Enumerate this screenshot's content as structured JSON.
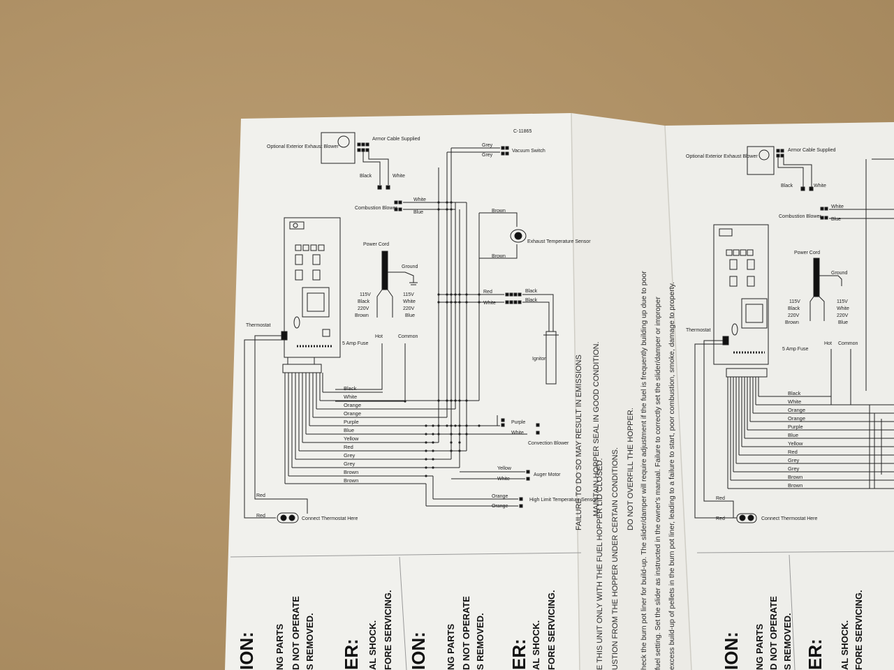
{
  "diagram": {
    "part_number": "C-11865",
    "components": {
      "exhaust_blower": "Optional Exterior Exhaust Blower",
      "armor_cable": "Armor Cable Supplied",
      "vacuum_switch": "Vacuum Switch",
      "combustion_blower": "Combustion Blower",
      "exhaust_sensor": "Exhaust Temperature Sensor",
      "power_cord": "Power Cord",
      "ground": "Ground",
      "power_left": [
        "115V",
        "Black",
        "220V",
        "Brown"
      ],
      "power_right": [
        "115V",
        "White",
        "220V",
        "Blue"
      ],
      "thermostat": "Thermostat",
      "fuse": "5 Amp Fuse",
      "hot": "Hot",
      "common": "Common",
      "ignitor": "Ignitor",
      "convection_blower": "Convection Blower",
      "auger_motor": "Auger Motor",
      "high_limit": "High Limit Temperature Sensor",
      "thermostat_conn": "Connect Thermostat Here"
    },
    "wires": {
      "blower_black": "Black",
      "blower_white": "White",
      "vac_grey1": "Grey",
      "vac_grey2": "Grey",
      "comb_white": "White",
      "comb_blue": "Blue",
      "exh_brown1": "Brown",
      "exh_brown2": "Brown",
      "ign_red": "Red",
      "ign_white": "White",
      "ign_black1": "Black",
      "ign_black2": "Black",
      "conv_purple": "Purple",
      "conv_white": "White",
      "auger_yellow": "Yellow",
      "auger_white": "White",
      "hl_orange1": "Orange",
      "hl_orange2": "Orange",
      "thermo_red1": "Red",
      "thermo_red2": "Red",
      "harness": [
        "Black",
        "White",
        "Orange",
        "Orange",
        "Purple",
        "Blue",
        "Yellow",
        "Red",
        "Grey",
        "Grey",
        "Brown",
        "Brown"
      ]
    }
  },
  "instructions": {
    "column1": [
      "FAILURE TO DO SO MAY RESULT IN EMISSIONS",
      "MAINTAIN HOPPER SEAL IN GOOD CONDITION.",
      "E THIS UNIT ONLY WITH THE FUEL HOPPER LID CLOSED.",
      "USTION FROM THE HOPPER UNDER CERTAIN CONDITIONS.",
      "DO NOT OVERFILL THE HOPPER."
    ],
    "column2": [
      "heck the burn pot liner for build-up. The slider/damper will require adjustment if the fuel is frequently building up due to poor",
      "fuel setting. Set the slider as instructed in the owner's manual. Failure to correctly set the slider/damper or improper",
      "excess build-up of pellets in the burn pot liner, leading to a failure to start, poor combustion, smoke, damage to property."
    ],
    "warnings": [
      "ION:",
      "NG PARTS",
      "D NOT OPERATE",
      "S REMOVED.",
      "ER:",
      "AL SHOCK.",
      "FORE SERVICING."
    ]
  }
}
